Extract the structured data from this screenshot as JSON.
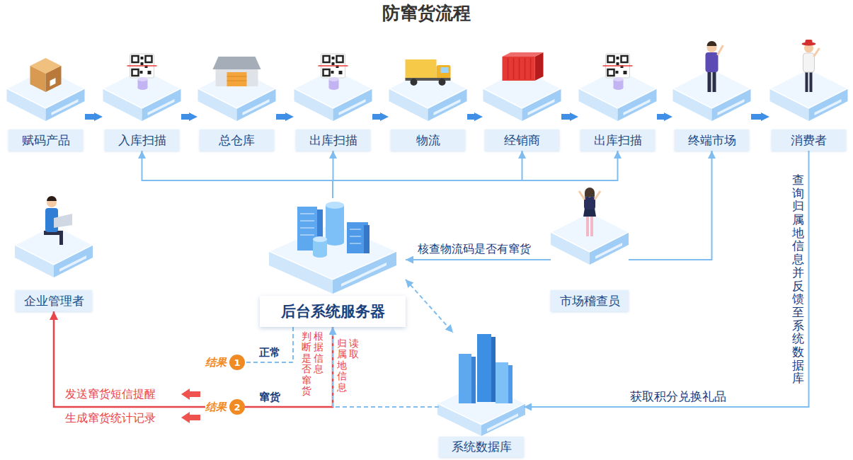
{
  "diagram": {
    "title": "防窜货流程",
    "nodes": [
      {
        "text": [
          "赋码产品"
        ]
      },
      {
        "text": [
          "入库扫描"
        ]
      },
      {
        "text": [
          "总仓库"
        ]
      },
      {
        "text": [
          "出库扫描"
        ]
      },
      {
        "text": [
          "物流"
        ]
      },
      {
        "text": [
          "经销商"
        ]
      },
      {
        "text": [
          "出库扫描"
        ]
      },
      {
        "text": [
          "终端市场"
        ]
      },
      {
        "text": [
          "消费者"
        ]
      },
      {
        "text": [
          "企业管理者"
        ]
      },
      {
        "text": [
          "后台系统服务器"
        ]
      },
      {
        "text": [
          "市场稽查员"
        ]
      },
      {
        "text": [
          "结果",
          "1"
        ]
      },
      {
        "text": [
          "结果",
          "2"
        ]
      },
      {
        "text": [
          "系统数据库"
        ]
      }
    ],
    "edges": [
      {
        "from": 0,
        "to": 1,
        "arrow": "to"
      },
      {
        "from": 1,
        "to": 2,
        "arrow": "to"
      },
      {
        "from": 2,
        "to": 3,
        "arrow": "to"
      },
      {
        "from": 3,
        "to": 4,
        "arrow": "to"
      },
      {
        "from": 4,
        "to": 5,
        "arrow": "to"
      },
      {
        "from": 5,
        "to": 6,
        "arrow": "to"
      },
      {
        "from": 6,
        "to": 7,
        "arrow": "to"
      },
      {
        "from": 7,
        "to": 8,
        "arrow": "to"
      },
      {
        "from": 10,
        "to": 1,
        "arrow": "to"
      },
      {
        "from": 10,
        "to": 3,
        "arrow": "to"
      },
      {
        "from": 10,
        "to": 5,
        "arrow": "to"
      },
      {
        "from": 10,
        "to": 6,
        "arrow": "to"
      },
      {
        "from": 11,
        "to": 10,
        "label": "核查物流码是否有窜货",
        "arrow": "to"
      },
      {
        "from": 11,
        "to": 7,
        "arrow": "to"
      },
      {
        "from": 8,
        "to": 14,
        "label": "查询归属地信息并反馈至系统数据库",
        "arrow": "to"
      },
      {
        "from": 10,
        "to": 14,
        "arrow": "both"
      },
      {
        "from": 14,
        "to": 10,
        "arrow": "to"
      },
      {
        "from": 10,
        "to": 12,
        "label": "正常",
        "arrow": "none"
      },
      {
        "from": 10,
        "to": 13,
        "label": "窜货",
        "arrow": "none"
      },
      {
        "from": 13,
        "to": 9,
        "arrow": "to"
      }
    ],
    "labels": [
      "判断是否窜货",
      "根据信息",
      "归属地信息",
      "读取",
      "获取积分兑换礼品",
      "发送窜货短信提醒",
      "生成窜货统计记录"
    ]
  }
}
